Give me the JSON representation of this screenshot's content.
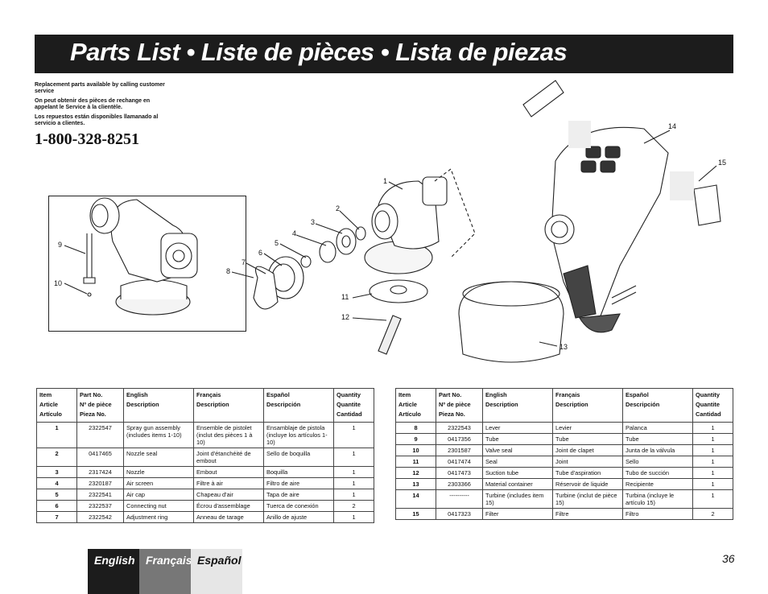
{
  "title": "Parts List • Liste de pièces • Lista de piezas",
  "notes": [
    "Replacement parts available by calling customer service",
    "On peut obtenir des pièces de rechange en appelant le Service à la clientèle.",
    "Los repuestos están disponibles llamanado al servicio a clientes."
  ],
  "phone": "1-800-328-8251",
  "callouts": [
    "1",
    "2",
    "3",
    "4",
    "5",
    "6",
    "7",
    "8",
    "9",
    "10",
    "11",
    "12",
    "13",
    "14",
    "15"
  ],
  "table_headers": {
    "item": [
      "Item",
      "Article",
      "Artículo"
    ],
    "partno": [
      "Part No.",
      "Nº de pièce",
      "Pieza No."
    ],
    "english": [
      "English",
      "Description"
    ],
    "french": [
      "Français",
      "Description"
    ],
    "spanish": [
      "Español",
      "Descripción"
    ],
    "qty": [
      "Quantity",
      "Quantite",
      "Cantidad"
    ]
  },
  "table_left": [
    {
      "item": "1",
      "part": "2322547",
      "en": "Spray gun assembly (includes items 1-10)",
      "fr": "Ensemble de pistolet (inclut des pièces 1 à 10)",
      "es": "Ensamblaje de pistola (incluye los artículos 1-10)",
      "qty": "1"
    },
    {
      "item": "2",
      "part": "0417465",
      "en": "Nozzle seal",
      "fr": "Joint d'étanchéité de embout",
      "es": "Sello de boquilla",
      "qty": "1"
    },
    {
      "item": "3",
      "part": "2317424",
      "en": "Nozzle",
      "fr": "Embout",
      "es": "Boquilla",
      "qty": "1"
    },
    {
      "item": "4",
      "part": "2320187",
      "en": "Air screen",
      "fr": "Filtre à air",
      "es": "Filtro de aire",
      "qty": "1"
    },
    {
      "item": "5",
      "part": "2322541",
      "en": "Air cap",
      "fr": "Chapeau d'air",
      "es": "Tapa de aire",
      "qty": "1"
    },
    {
      "item": "6",
      "part": "2322537",
      "en": "Connecting nut",
      "fr": "Écrou d'assemblage",
      "es": "Tuerca de conexión",
      "qty": "2"
    },
    {
      "item": "7",
      "part": "2322542",
      "en": "Adjustment ring",
      "fr": "Anneau de tarage",
      "es": "Anillo de ajuste",
      "qty": "1"
    }
  ],
  "table_right": [
    {
      "item": "8",
      "part": "2322543",
      "en": "Lever",
      "fr": "Levier",
      "es": "Palanca",
      "qty": "1"
    },
    {
      "item": "9",
      "part": "0417356",
      "en": "Tube",
      "fr": "Tube",
      "es": "Tube",
      "qty": "1"
    },
    {
      "item": "10",
      "part": "2301587",
      "en": "Valve seal",
      "fr": "Joint de clapet",
      "es": "Junta de la válvula",
      "qty": "1"
    },
    {
      "item": "11",
      "part": "0417474",
      "en": "Seal",
      "fr": "Joint",
      "es": "Sello",
      "qty": "1"
    },
    {
      "item": "12",
      "part": "0417473",
      "en": "Suction tube",
      "fr": "Tube d'aspiration",
      "es": "Tubo de succión",
      "qty": "1"
    },
    {
      "item": "13",
      "part": "2303366",
      "en": "Material container",
      "fr": "Réservoir de liquide",
      "es": "Recipiente",
      "qty": "1"
    },
    {
      "item": "14",
      "part": "----------",
      "en": "Turbine (includes item 15)",
      "fr": "Turbine (inclut de pièce 15)",
      "es": "Turbina (incluye le artículo 15)",
      "qty": "1"
    },
    {
      "item": "15",
      "part": "0417323",
      "en": "Filter",
      "fr": "Filtre",
      "es": "Filtro",
      "qty": "2"
    }
  ],
  "tabs": [
    "English",
    "Français",
    "Español"
  ],
  "page_number": "36"
}
